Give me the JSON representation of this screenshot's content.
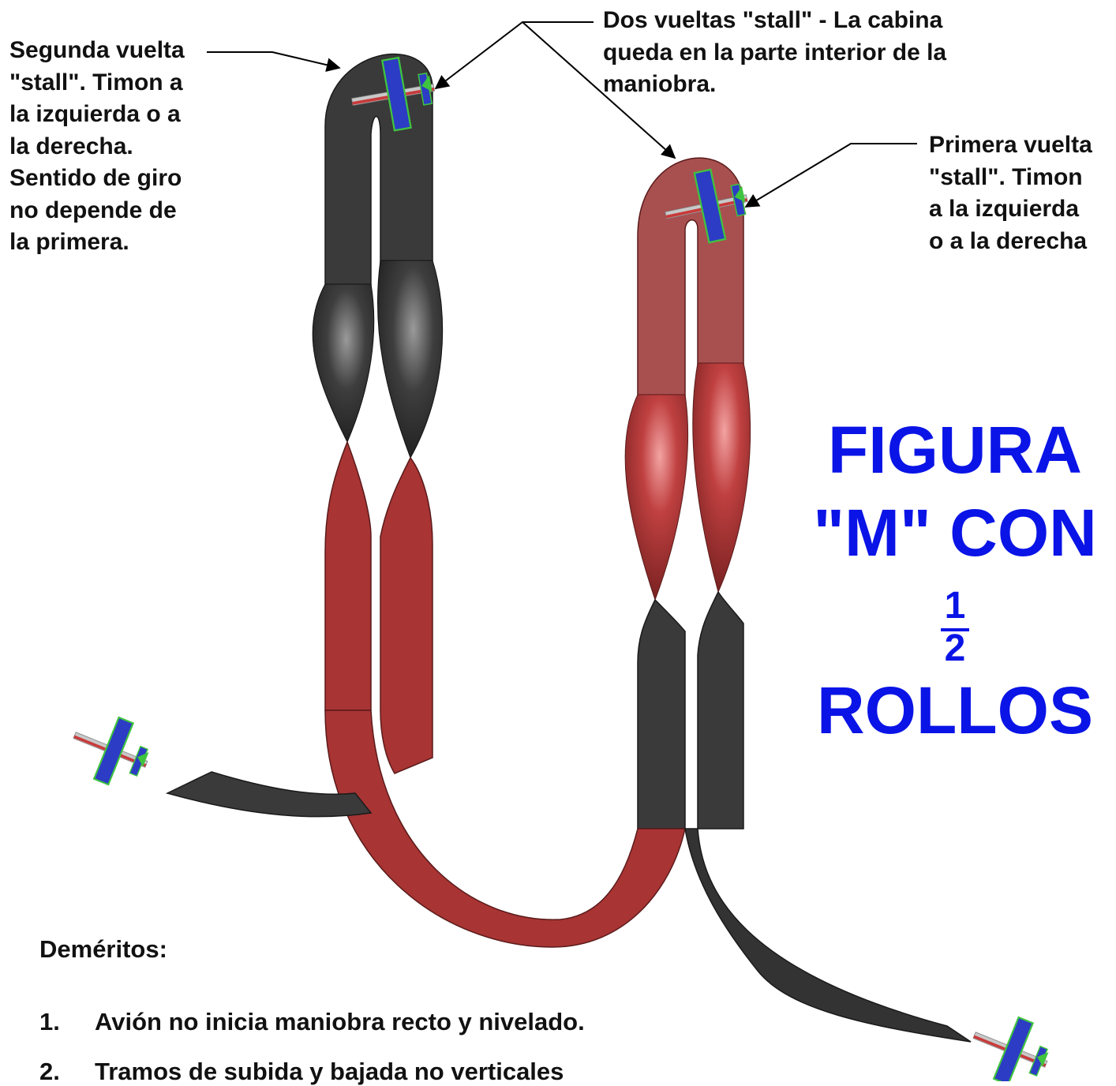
{
  "annotations": {
    "segunda": "Segunda vuelta\n\"stall\".  Timon a\nla izquierda o a\nla derecha.\nSentido de giro\nno depende de\nla primera.",
    "dos_vueltas": "Dos vueltas \"stall\" - La cabina\nqueda en la parte interior de la\nmaniobra.",
    "primera": "Primera vuelta\n\"stall\".  Timon\na la izquierda\no a la derecha"
  },
  "title": {
    "line1": "FIGURA",
    "line2": "\"M\" CON",
    "fraction_num": "1",
    "fraction_den": "2",
    "line3": "ROLLOS"
  },
  "demerits": {
    "heading": "Deméritos:",
    "items": [
      {
        "num": "1.",
        "text": "Avión no inicia maniobra recto y nivelado."
      },
      {
        "num": "2.",
        "text": "Tramos de subida y bajada no  verticales"
      }
    ]
  },
  "colors": {
    "ribbon_dark": "#3a3a3a",
    "ribbon_red": "#a83434",
    "title_blue": "#0a14e6",
    "plane_blue": "#2c3cc4",
    "plane_green": "#3fc43f"
  },
  "icons": [
    "airplane-icon"
  ]
}
